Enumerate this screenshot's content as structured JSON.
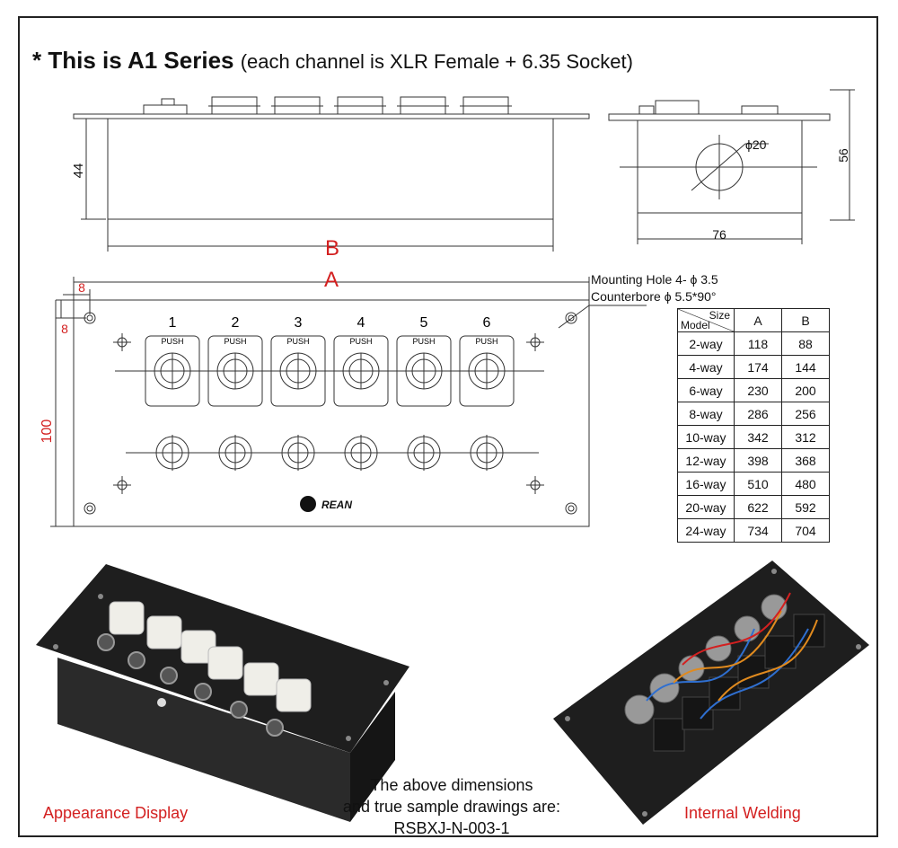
{
  "title": {
    "bullet": "*",
    "main": "This is A1 Series",
    "sub": "(each channel is XLR Female + 6.35 Socket)"
  },
  "side_view": {
    "height_label": "44",
    "length_label": "B"
  },
  "end_view": {
    "diameter_label": "ϕ20",
    "width_label": "76",
    "height_label": "56"
  },
  "front_view": {
    "length_label": "A",
    "offset_x_label": "8",
    "offset_y_label": "8",
    "height_label": "100",
    "mounting_note_1": "Mounting Hole 4- ϕ 3.5",
    "mounting_note_2": "Counterbore ϕ 5.5*90°",
    "channels": [
      "1",
      "2",
      "3",
      "4",
      "5",
      "6"
    ],
    "push_label": "PUSH",
    "logo_text": "REAN"
  },
  "size_table": {
    "header_size": "Size",
    "header_model": "Model",
    "col_a": "A",
    "col_b": "B",
    "rows": [
      {
        "model": "2-way",
        "a": "118",
        "b": "88"
      },
      {
        "model": "4-way",
        "a": "174",
        "b": "144"
      },
      {
        "model": "6-way",
        "a": "230",
        "b": "200"
      },
      {
        "model": "8-way",
        "a": "286",
        "b": "256"
      },
      {
        "model": "10-way",
        "a": "342",
        "b": "312"
      },
      {
        "model": "12-way",
        "a": "398",
        "b": "368"
      },
      {
        "model": "16-way",
        "a": "510",
        "b": "480"
      },
      {
        "model": "20-way",
        "a": "622",
        "b": "592"
      },
      {
        "model": "24-way",
        "a": "734",
        "b": "704"
      }
    ]
  },
  "captions": {
    "appearance": "Appearance Display",
    "internal": "Internal Welding",
    "note_line1": "The above dimensions",
    "note_line2": "and true sample drawings are:",
    "note_line3": "RSBXJ-N-003-1"
  },
  "colors": {
    "accent_red": "#d32020",
    "panel_black": "#1e1e1e",
    "connector_white": "#efeee8"
  }
}
